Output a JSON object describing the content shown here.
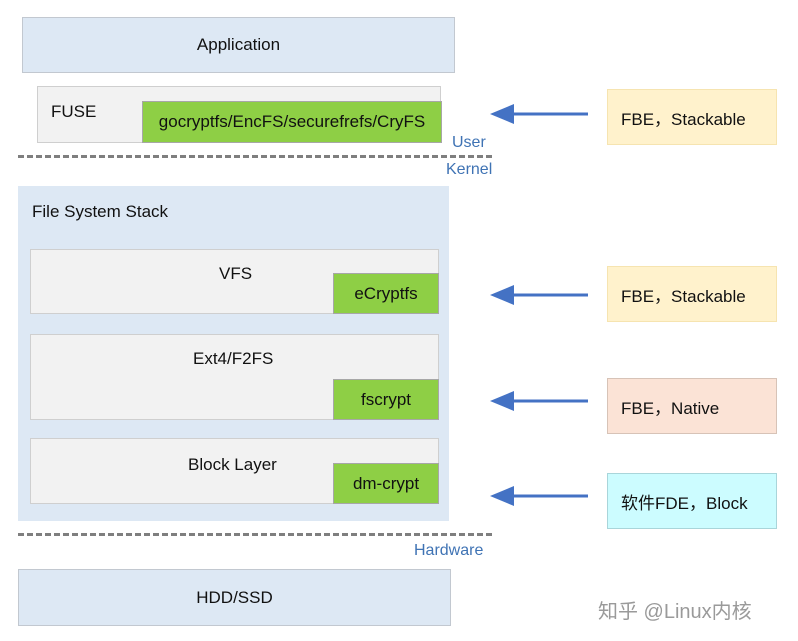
{
  "user_space": {
    "application": "Application",
    "fuse_label": "FUSE",
    "fuse_impls": "gocryptfs/EncFS/securefrefs/CryFS"
  },
  "boundaries": {
    "user": "User",
    "kernel": "Kernel",
    "hardware": "Hardware"
  },
  "kernel": {
    "title": "File System Stack",
    "layers": [
      {
        "name": "VFS",
        "crypto": "eCryptfs"
      },
      {
        "name": "Ext4/F2FS",
        "crypto": "fscrypt"
      },
      {
        "name": "Block Layer",
        "crypto": "dm-crypt"
      }
    ]
  },
  "hardware": {
    "device": "HDD/SSD"
  },
  "tags": [
    {
      "text": "FBE，Stackable",
      "color": "#fff2cc"
    },
    {
      "text": "FBE，Stackable",
      "color": "#fff2cc"
    },
    {
      "text": "FBE，Native",
      "color": "#fbe3d6"
    },
    {
      "text": "软件FDE，Block",
      "color": "#ccfcff"
    }
  ],
  "arrow_color": "#4472c4",
  "watermark": "知乎 @Linux内核"
}
